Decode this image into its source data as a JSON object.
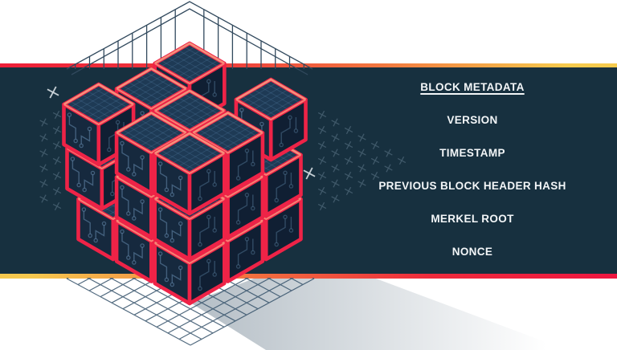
{
  "slide": {
    "background": "#ffffff"
  },
  "banner": {
    "background": "#17303f",
    "text_color": "#f3f6f8",
    "top_stripe_colors": [
      "#ee1f38",
      "#ee3a3b",
      "#f2783f",
      "#f6cb4e"
    ],
    "bottom_stripe_colors": [
      "#f6c84e",
      "#f2773f",
      "#ee2a3c",
      "#ee1640"
    ],
    "heading": {
      "label": "BLOCK METADATA",
      "underlined": true
    },
    "items": [
      "VERSION",
      "TIMESTAMP",
      "PREVIOUS BLOCK HEADER HASH",
      "MERKEL ROOT",
      "NONCE"
    ]
  },
  "illustration": {
    "name": "blockchain-cube",
    "colors": {
      "edge": "#ee2347",
      "edge_highlight": "#f5907a",
      "edge_light": "#f87f72",
      "face_top": "#1e3a55",
      "face_left": "#16293e",
      "face_right": "#101f33",
      "face_grid": "rgba(100,145,185,0.22)",
      "trace": "rgba(110,150,185,0.5)",
      "wireframe": "#31495d",
      "floor_grid": "#3a566e",
      "plus_mark": "#9db8cc",
      "bright_mark": "#e8eef2",
      "shadow": "#5d7283"
    }
  }
}
